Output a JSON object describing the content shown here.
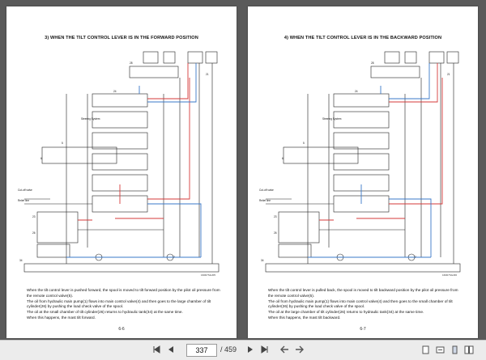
{
  "pages": [
    {
      "title": "3) WHEN THE TILT CONTROL LEVER IS IN THE FORWARD POSITION",
      "figure_code": "160D7SGJ05",
      "labels": {
        "steering": "Steering System",
        "cutoff": "Cut-off valve",
        "relief": "Relief line",
        "n5": "5",
        "n6": "6",
        "n24": "24",
        "n23": "23",
        "n26": "26",
        "n34": "34",
        "n7": "7",
        "n21": "21",
        "n28": "28"
      },
      "paragraphs": [
        "When the tilt control lever is pushed forward, the spool is moved to tilt forward position by the pilot oil pressure from the remote control valve(5).",
        "The oil from hydraulic main pump(1) flows into main control valve(4) and then goes to the large chamber of tilt cylinder(26) by pushing the load check valve of the spool.",
        "The oil at the small chamber of tilt cylinder(26) returns to hydraulic tank(34) at the same time.",
        "When this happens, the mast tilt forward."
      ],
      "page_number": "6-6"
    },
    {
      "title": "4) WHEN THE TILT CONTROL LEVER IS IN THE BACKWARD POSITION",
      "figure_code": "160D7SGJ06",
      "labels": {
        "steering": "Steering System",
        "cutoff": "Cut-off valve",
        "relief": "Relief line",
        "n5": "5",
        "n6": "6",
        "n24": "24",
        "n23": "23",
        "n26": "26",
        "n34": "34",
        "n7": "7",
        "n21": "21",
        "n28": "28"
      },
      "paragraphs": [
        "When the tilt control lever is pulled back, the spool is moved to tilt backward position by the pilot oil pressure from the remote control valve(5).",
        "The oil from hydraulic main pump(1) flows into main control valve(4) and then goes to the small chamber of tilt cylinder(26) by pushing the load check valve of the spool.",
        "The oil at the large chamber of tilt cylinder(26) returns to hydraulic tank(34) at the same time.",
        "When this happens, the mast tilt backward."
      ],
      "page_number": "6-7"
    }
  ],
  "toolbar": {
    "current_page": "337",
    "total_pages": "/ 459",
    "icons": [
      "first-page-icon",
      "prev-page-icon",
      "next-page-icon",
      "last-page-icon",
      "back-icon",
      "forward-icon",
      "fit-page-icon",
      "fit-width-icon",
      "single-page-icon",
      "facing-pages-icon"
    ]
  },
  "colors": {
    "background": "#5a5a5a",
    "pressure_line": "#d43a3a",
    "return_line": "#3a78c8",
    "toolbar": "#ececec"
  }
}
